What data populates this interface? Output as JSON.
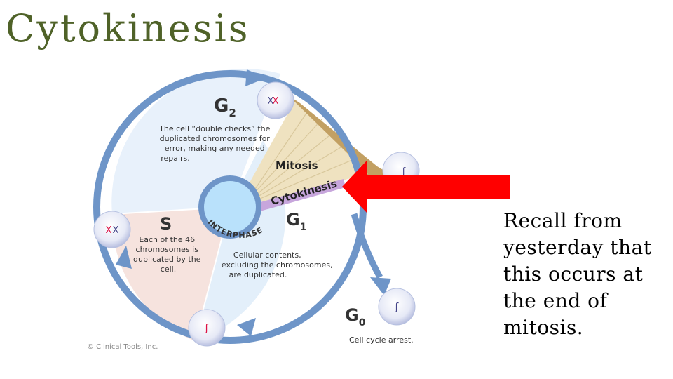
{
  "slide": {
    "title": "Cytokinesis",
    "note_lines": [
      "Recall from",
      "yesterday that",
      "this occurs at",
      "the end of",
      "mitosis."
    ]
  },
  "diagram": {
    "phases": {
      "g2": {
        "letter": "G",
        "sub": "2",
        "desc": [
          "The cell “double checks” the",
          "duplicated chromosomes for",
          "error, making any needed",
          "repairs."
        ]
      },
      "s": {
        "letter": "S",
        "desc": [
          "Each of the 46",
          "chromosomes is",
          "duplicated by the",
          "cell."
        ]
      },
      "g1": {
        "letter": "G",
        "sub": "1",
        "desc": [
          "Cellular contents,",
          "excluding the chromosomes,",
          "are duplicated."
        ]
      },
      "g0": {
        "letter": "G",
        "sub": "0",
        "desc": "Cell cycle arrest."
      },
      "mitosis": "Mitosis",
      "cytokinesis": "Cytokinesis",
      "interphase": "INTERPHASE"
    },
    "credit": "© Clinical Tools, Inc.",
    "colors": {
      "title": "#4f6228",
      "ring": "#6e95c8",
      "g1_fill": "#e3effa",
      "s_fill": "#f6e3de",
      "g2_fill": "#e8f1fb",
      "mitosis_fill": "#efe2c0",
      "mitosis_band": "#c2a063",
      "cytokinesis_band": "#c7a6dc",
      "center": "#b9e1fb",
      "arrow": "#ff0000"
    }
  }
}
